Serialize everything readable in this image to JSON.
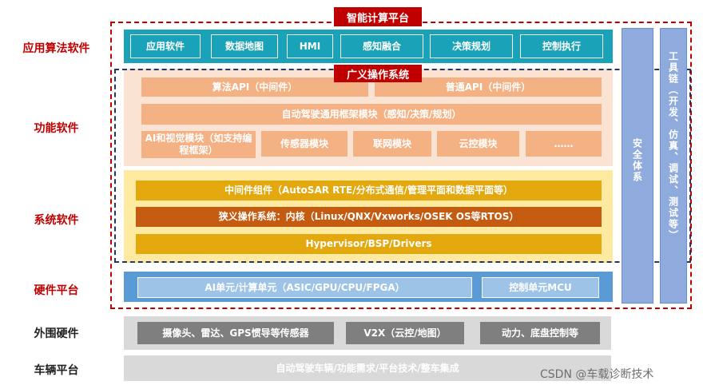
{
  "labels": {
    "app": "应用算法软件",
    "func": "功能软件",
    "sys": "系统软件",
    "hw": "硬件平台",
    "periph": "外围硬件",
    "vehicle": "车辆平台"
  },
  "tags": {
    "smart_platform": "智能计算平台",
    "broad_os": "广义操作系统"
  },
  "app_layer": [
    "应用软件",
    "数据地图",
    "HMI",
    "感知融合",
    "决策规划",
    "控制执行"
  ],
  "func_layer": {
    "algo_api": "算法API（中间件）",
    "common_api": "普通API（中间件）",
    "framework": "自动驾驶通用框架模块（感知/决策/规划）",
    "modules": [
      "AI和视觉模块（如支持编程框架）",
      "传感器模块",
      "联网模块",
      "云控模块",
      "……"
    ]
  },
  "sys_layer": {
    "middleware": "中间件组件（AutoSAR RTE/分布式通信/管理平面和数据平面等）",
    "kernel": "狭义操作系统：内核（Linux/QNX/Vxworks/OSEK OS等RTOS）",
    "hypervisor": "Hypervisor/BSP/Drivers"
  },
  "hw_layer": {
    "ai_unit": "AI单元/计算单元（ASIC/GPU/CPU/FPGA）",
    "mcu": "控制单元MCU"
  },
  "side": {
    "security": "安全体系",
    "toolchain": "工具链（开发、仿真、调试、测试等）"
  },
  "periph_layer": [
    "摄像头、雷达、GPS惯导等传感器",
    "V2X（云控/地图）",
    "动力、底盘控制等"
  ],
  "vehicle_layer": "自动驾驶车辆/功能需求/平台技术/整车集成",
  "watermark": "CSDN @车载诊断技术"
}
